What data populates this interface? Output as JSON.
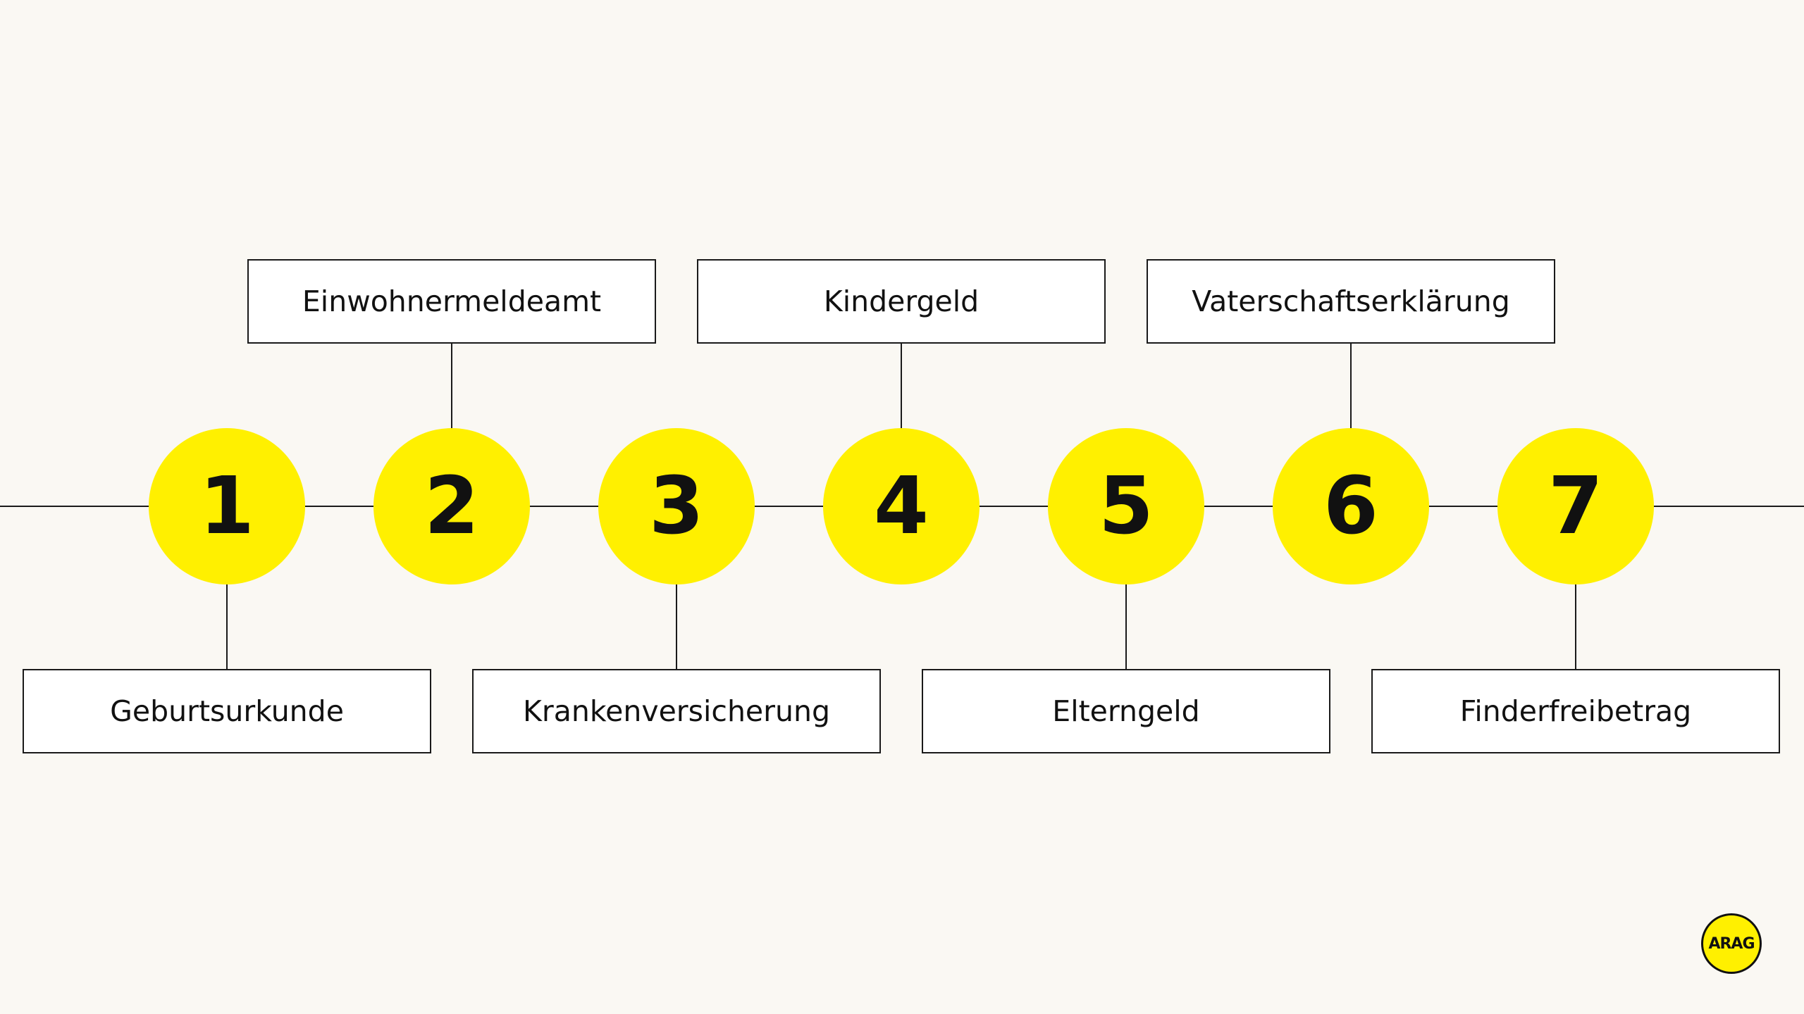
{
  "colors": {
    "background": "#faf8f3",
    "accent": "#fff000",
    "line": "#1a1a1a",
    "box_fill": "#ffffff",
    "text": "#111111"
  },
  "steps": [
    {
      "number": "1",
      "label": "Geburtsurkunde",
      "box_side": "below"
    },
    {
      "number": "2",
      "label": "Einwohnermeldeamt",
      "box_side": "above"
    },
    {
      "number": "3",
      "label": "Krankenversicherung",
      "box_side": "below"
    },
    {
      "number": "4",
      "label": "Kindergeld",
      "box_side": "above"
    },
    {
      "number": "5",
      "label": "Elterngeld",
      "box_side": "below"
    },
    {
      "number": "6",
      "label": "Vaterschaftserklärung",
      "box_side": "above"
    },
    {
      "number": "7",
      "label": "Finderfreibetrag",
      "box_side": "below"
    }
  ],
  "logo": {
    "text": "ARAG"
  }
}
